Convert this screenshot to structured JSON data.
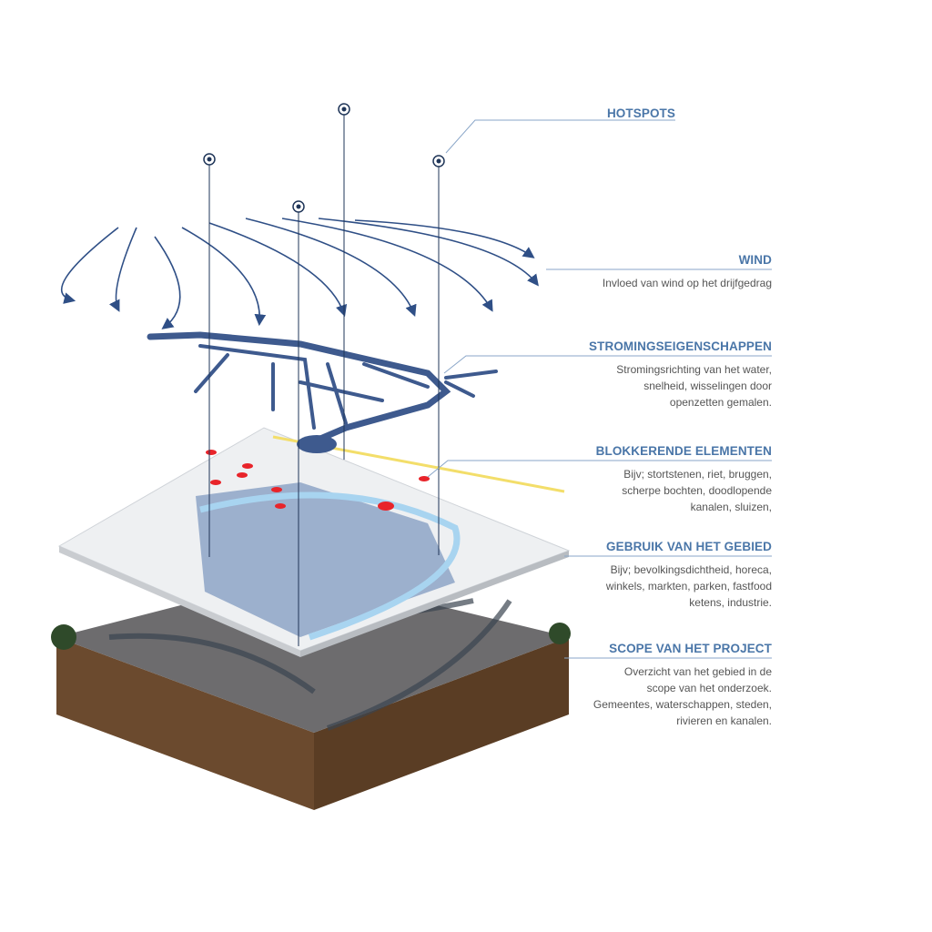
{
  "colors": {
    "accent": "#4a76a8",
    "text": "#555555",
    "flow": "#3e5a8e",
    "hotspot": "#e8242a"
  },
  "layers": [
    {
      "title": "HOTSPOTS",
      "description": ""
    },
    {
      "title": "WIND",
      "description": "Invloed van wind op het drijfgedrag"
    },
    {
      "title": "STROMINGSEIGENSCHAPPEN",
      "description": "Stromingsrichting van het water,\nsnelheid, wisselingen door\nopenzetten gemalen."
    },
    {
      "title": "BLOKKERENDE ELEMENTEN",
      "description": "Bijv; stortstenen, riet, bruggen,\nscherpe bochten, doodlopende\nkanalen, sluizen,"
    },
    {
      "title": "GEBRUIK VAN HET GEBIED",
      "description": "Bijv; bevolkingsdichtheid, horeca,\nwinkels, markten, parken, fastfood\nketens, industrie."
    },
    {
      "title": "SCOPE VAN HET  PROJECT",
      "description": "Overzicht van het gebied in de\nscope van het onderzoek.\nGemeentes, waterschappen, steden,\nrivieren en kanalen."
    }
  ]
}
